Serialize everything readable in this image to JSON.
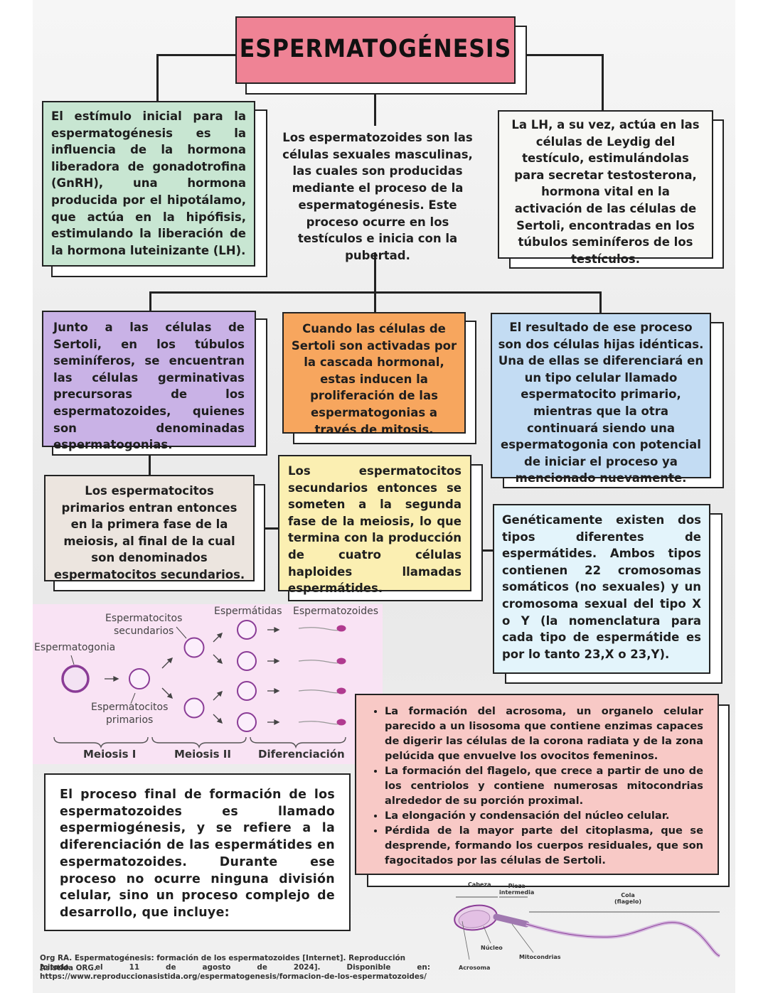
{
  "title": "ESPERMATOGÉNESIS",
  "colors": {
    "title_box": "#ef8395",
    "green": "#c8e6d2",
    "purple": "#c9b2e6",
    "orange": "#f7a65e",
    "blue": "#c3dcf3",
    "beige": "#ece5df",
    "yellow": "#fbefb2",
    "light_blue": "#e3f4fb",
    "pink": "#f8c9c6",
    "diagram_bg": "#f9e3f4"
  },
  "boxes": {
    "gnrh": "El estímulo inicial para la espermatogénesis es la influencia de la hormona liberadora de gonadotrofina (GnRH), una hormona producida por el hipotálamo, que actúa en la hipófisis, estimulando la liberación de la hormona luteinizante (LH).",
    "intro": "Los espermatozoides son las células sexuales masculinas, las cuales son producidas mediante el proceso de la espermatogénesis. Este proceso ocurre en los testículos e inicia con la pubertad.",
    "lh": "La LH, a su vez, actúa en las células de Leydig del testículo, estimulándolas para secretar testosterona, hormona vital en la activación de las células de Sertoli, encontradas en los túbulos seminíferos de los testículos.",
    "sertoli": "Junto a las células de Sertoli, en los túbulos seminíferos, se encuentran las células germinativas precursoras de los espermatozoides, quienes son denominadas espermatogonias.",
    "mitosis": "Cuando las células de Sertoli son activadas por la cascada hormonal, estas inducen la proliferación de las espermatogonias a través de mitosis.",
    "result": "El resultado de ese proceso son dos células hijas idénticas. Una de ellas se diferenciará en un tipo celular llamado espermatocito primario, mientras que la otra continuará siendo una espermatogonia con potencial de iniciar el proceso ya mencionado nuevamente.",
    "primary": "Los espermatocitos primarios entran entonces en la primera fase de la meiosis, al final de la cual son denominados espermatocitos secundarios.",
    "secondary": "Los espermatocitos secundarios entonces se someten a la segunda fase de la meiosis, lo que termina con la producción de cuatro células haploides llamadas espermátides.",
    "genetic": "Genéticamente existen dos tipos diferentes de espermátides. Ambos tipos contienen 22 cromosomas somáticos (no sexuales) y un cromosoma sexual del tipo X o Y (la nomenclatura para cada tipo de espermátide es por lo tanto 23,X o 23,Y).",
    "spermiogenesis": "El proceso final de formación de los espermatozoides es llamado espermiogénesis, y se refiere a la diferenciación de las espermátides en espermatozoides. Durante ese proceso no ocurre ninguna división celular, sino un proceso complejo de desarrollo, que incluye:",
    "bullets": [
      "La formación del acrosoma, un organelo celular parecido a un lisosoma que contiene enzimas capaces de digerir las células de la corona radiata  y de la zona pelúcida que envuelve los ovocitos femeninos.",
      "La formación del flagelo, que crece a partir de uno de los centriolos y contiene numerosas mitocondrias alrededor de su porción proximal.",
      "La elongación y condensación del núcleo celular.",
      "Pérdida de la mayor parte del citoplasma, que se desprende, formando los cuerpos residuales, que son fagocitados por las células de Sertoli."
    ]
  },
  "diagram": {
    "espermatogonia": "Espermatogonia",
    "primarios": "Espermatocitos\nprimarios",
    "secundarios": "Espermatocitos\nsecundarios",
    "espermatidas": "Espermátidas",
    "espermatozoides": "Espermatozoides",
    "meiosis1": "Meiosis I",
    "meiosis2": "Meiosis II",
    "diferenciacion": "Diferenciación"
  },
  "sperm_diagram": {
    "cabeza": "Cabeza",
    "pieza": "Pieza\nintermedia",
    "cola": "Cola\n(flagelo)",
    "nucleo": "Núcleo",
    "mitocondrias": "Mitocondrias",
    "acrosoma": "Acrosoma"
  },
  "reference": {
    "line1": "Org RA. Espermatogénesis: formación de los espermatozoides [Internet]. Reproducción Asistida ORG.",
    "line2": "[citado el 11 de agosto de 2024]. Disponible en:",
    "line3": "https://www.reproduccionasistida.org/espermatogenesis/formacion-de-los-espermatozoides/"
  }
}
